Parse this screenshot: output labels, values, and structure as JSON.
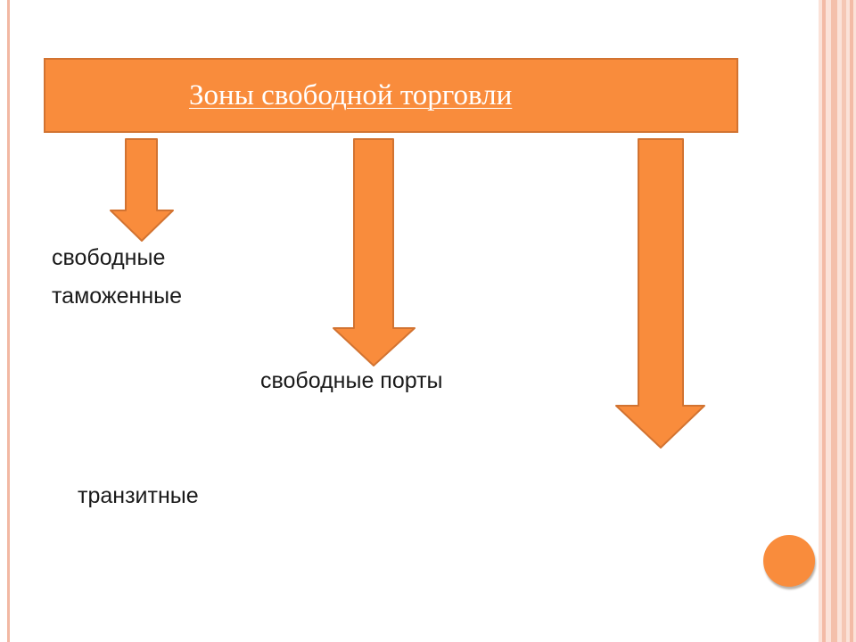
{
  "title": "Зоны свободной торговли",
  "labels": {
    "line_1": "свободные",
    "line_2": "таможенные",
    "free_ports": "свободные порты",
    "transit": "транзитные"
  },
  "colors": {
    "accent": "#f98c3c",
    "accent_border": "#d27331",
    "stripe": "#f2b8a3",
    "text": "#1a1a1a"
  }
}
